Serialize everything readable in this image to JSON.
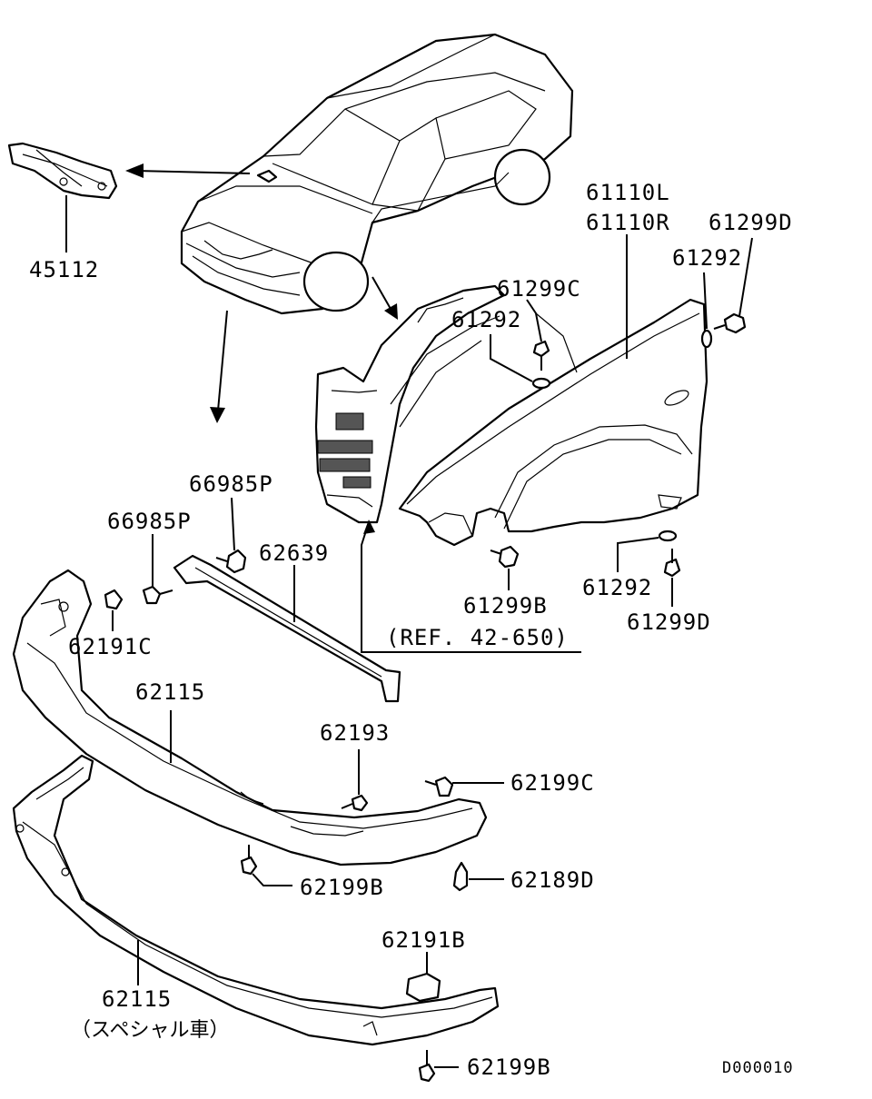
{
  "diagram": {
    "code": "D000010",
    "reference": "(REF. 42-650)",
    "labels": {
      "p45112": "45112",
      "p61110L": "61110L",
      "p61110R": "61110R",
      "p61299D_top": "61299D",
      "p61292_top": "61292",
      "p61299C_top": "61299C",
      "p61292_mid": "61292",
      "p66985P_a": "66985P",
      "p66985P_b": "66985P",
      "p62639": "62639",
      "p62191C": "62191C",
      "p61299B": "61299B",
      "p61292_bot": "61292",
      "p61299D_bot": "61299D",
      "p62115": "62115",
      "p62193": "62193",
      "p62199C": "62199C",
      "p62199B_mid": "62199B",
      "p62189D": "62189D",
      "p62191B": "62191B",
      "p62115_special": "62115",
      "special_note": "（スペシャル車）",
      "p62199B_bot": "62199B"
    }
  }
}
